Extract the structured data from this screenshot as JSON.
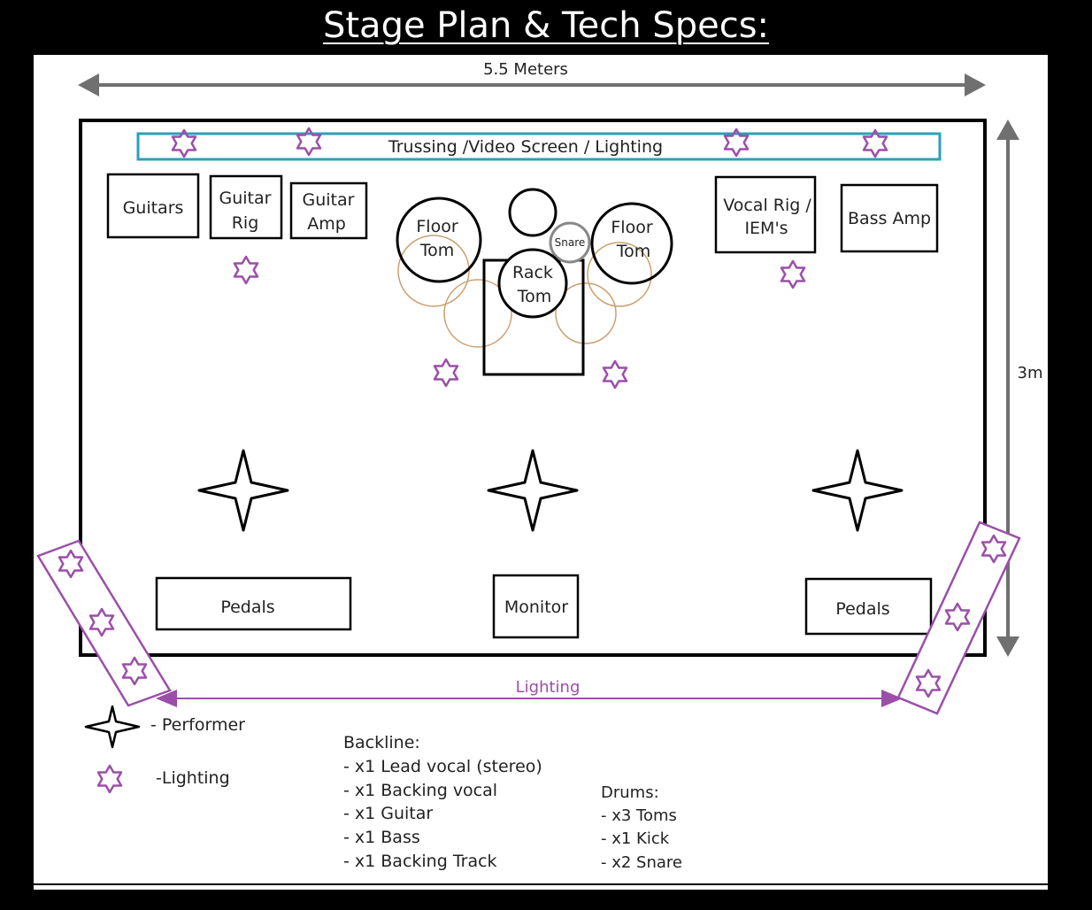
{
  "title": "Stage Plan & Tech Specs:",
  "width_label": "5.5 Meters",
  "depth_label": "3m",
  "truss_label": "Trussing /Video Screen / Lighting",
  "lighting_label": "Lighting",
  "equipment": {
    "guitars": "Guitars",
    "guitar_rig": [
      "Guitar",
      "Rig"
    ],
    "guitar_amp": [
      "Guitar",
      "Amp"
    ],
    "vocal_rig": [
      "Vocal Rig /",
      "IEM's"
    ],
    "bass_amp": "Bass Amp",
    "floor_tom": [
      "Floor",
      "Tom"
    ],
    "rack_tom": [
      "Rack",
      "Tom"
    ],
    "snare": "Snare",
    "pedals_left": "Pedals",
    "monitor": "Monitor",
    "pedals_right": "Pedals"
  },
  "legend": {
    "performer": "- Performer",
    "lighting": "-Lighting"
  },
  "backline": {
    "heading": "Backline:",
    "items": [
      "- x1 Lead vocal (stereo)",
      "- x1 Backing vocal",
      "- x1 Guitar",
      "- x1 Bass",
      "- x1 Backing Track"
    ]
  },
  "drums": {
    "heading": "Drums:",
    "items": [
      "- x3 Toms",
      "- x1 Kick",
      "- x2 Snare"
    ]
  },
  "colors": {
    "accent_purple": "#9b4fa8",
    "truss_teal": "#2aa0b8",
    "arrow_gray": "#707070",
    "hardware_tan": "#caa070"
  }
}
